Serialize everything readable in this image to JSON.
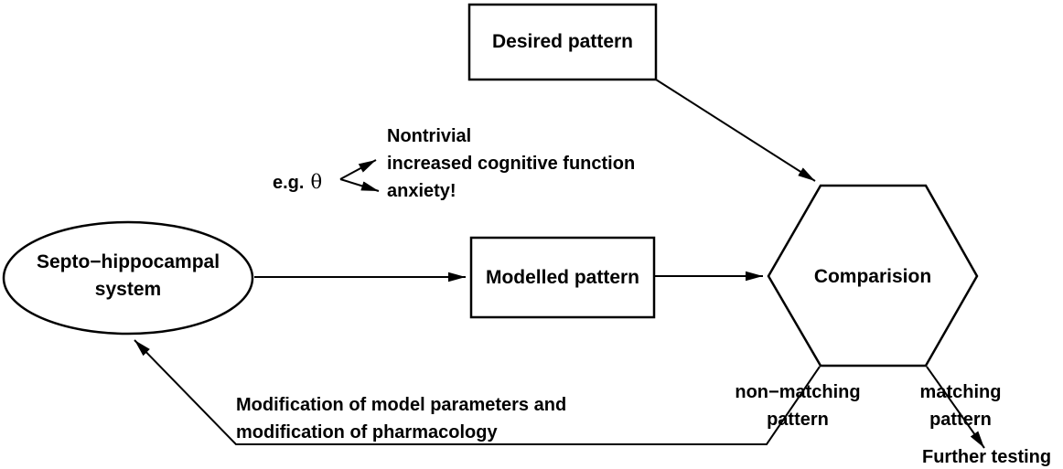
{
  "nodes": {
    "desired_pattern": {
      "label": "Desired pattern"
    },
    "modelled_pattern": {
      "label": "Modelled pattern"
    },
    "septo_hippocampal": {
      "line1": "Septo−hippocampal",
      "line2": "system"
    },
    "comparison": {
      "label": "Comparision"
    }
  },
  "example_annotation": {
    "prefix": "e.g.",
    "theta": "θ",
    "lines": [
      "Nontrivial",
      "increased cognitive function",
      "anxiety!"
    ]
  },
  "labels": {
    "non_matching": {
      "line1": "non−matching",
      "line2": "pattern"
    },
    "matching": {
      "line1": "matching",
      "line2": "pattern"
    },
    "further_testing": "Further testing",
    "feedback_line1": "Modification of model parameters and",
    "feedback_line2": "modification of pharmacology"
  },
  "colors": {
    "stroke": "#000000",
    "text": "#000000",
    "background": "#ffffff"
  }
}
